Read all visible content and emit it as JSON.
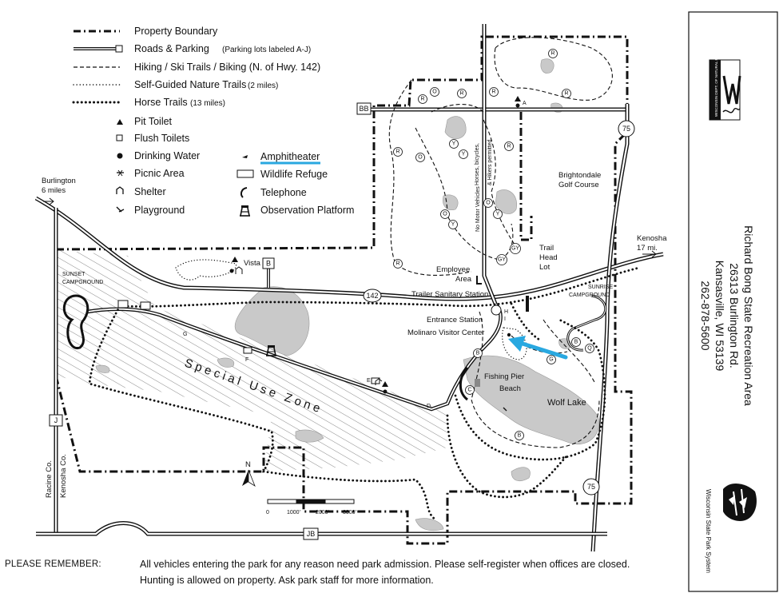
{
  "legend": {
    "property_boundary": "Property Boundary",
    "roads": "Roads & Parking",
    "roads_note": "(Parking lots labeled A-J)",
    "hiking": "Hiking / Ski Trails / Biking (N. of Hwy. 142)",
    "nature": "Self-Guided Nature Trails",
    "nature_note": "(2 miles)",
    "horse": "Horse Trails",
    "horse_note": "(13 miles)",
    "pit_toilet": "Pit Toilet",
    "flush_toilets": "Flush Toilets",
    "drinking_water": "Drinking Water",
    "picnic_area": "Picnic Area",
    "shelter": "Shelter",
    "playground": "Playground",
    "amphitheater": "Amphitheater",
    "wildlife_refuge": "Wildlife Refuge",
    "telephone": "Telephone",
    "observation_platform": "Observation Platform",
    "highlight_color": "#29a8e0"
  },
  "map": {
    "burlington": "Burlington",
    "burlington_dist": "6 miles",
    "kenosha": "Kenosha",
    "kenosha_dist": "17 mi.",
    "brightondale": "Brightondale",
    "golf_course": "Golf Course",
    "sunset": "SUNSET",
    "sunset2": "CAMPGROUND",
    "sunrise": "SUNRISE",
    "sunrise2": "CAMPGROUND",
    "special_use_zone": "Special Use Zone",
    "vista": "Vista",
    "employee": "Employee",
    "employee2": "Area",
    "trailer_station": "Trailer Sanitary Station",
    "entrance_station": "Entrance Station",
    "visitor_center": "Molinaro Visitor Center",
    "fishing_pier": "Fishing Pier",
    "beach": "Beach",
    "wolf_lake": "Wolf Lake",
    "trail_head": "Trail",
    "trail_head2": "Head",
    "trail_head3": "Lot",
    "horses_note": "Horses, bicycles,",
    "hikers_note": "& Hikers permitted",
    "no_motor": "No Motor Vehicles",
    "racine": "Racine Co.",
    "kenosha_co": "Kenosha Co.",
    "north": "N",
    "scale": [
      "0",
      "1000'",
      "2000'",
      "3000'"
    ],
    "hwy_bb": "BB",
    "hwy_142": "142",
    "hwy_75": "75",
    "hwy_j": "J",
    "hwy_jb": "JB",
    "lot_a": "A",
    "lot_b": "B",
    "lot_c": "C",
    "lot_d": "D",
    "lot_e": "E",
    "lot_f": "F",
    "lot_g": "G",
    "lot_h": "H",
    "lot_i": "I",
    "trail_r": "R",
    "trail_o": "O",
    "trail_y": "Y",
    "trail_gy": "GY",
    "trail_b": "B",
    "trail_g": "G",
    "trail_q": "Q"
  },
  "side": {
    "name": "Richard Bong State Recreation Area",
    "address": "26313 Burlington Rd.",
    "city": "Kansasville, WI 53139",
    "phone": "262-878-5600",
    "dnr_logo": "WISCONSIN DEPT. OF NATURAL RESOURCES",
    "parks_logo": "Wisconsin State Park System"
  },
  "footer": {
    "label": "PLEASE REMEMBER:",
    "line1": "All vehicles entering the park for any reason need park admission. Please self-register when offices are closed.",
    "line2": "Hunting is allowed on property. Ask park staff for more information."
  }
}
